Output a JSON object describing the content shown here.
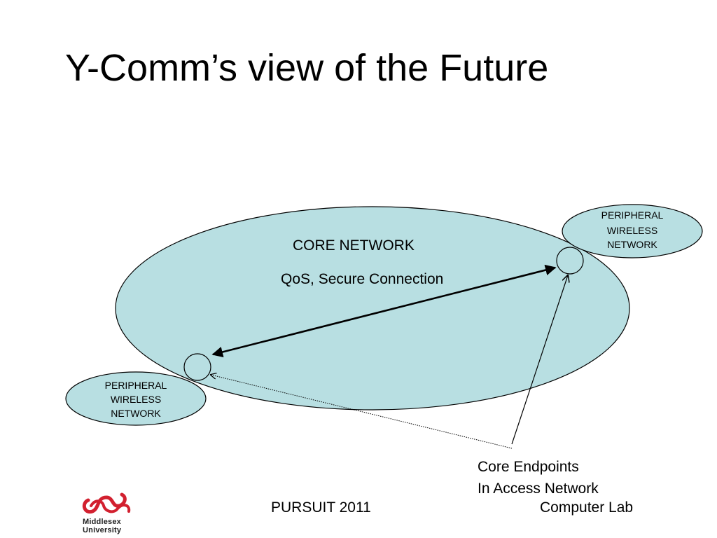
{
  "slide": {
    "title": "Y-Comm’s view of the Future"
  },
  "diagram": {
    "core_network": {
      "label": "CORE NETWORK",
      "sublabel": "QoS, Secure Connection",
      "fill_color": "#b8dfe2",
      "stroke_color": "#000000"
    },
    "peripheral_top": {
      "lines": [
        "PERIPHERAL",
        "WIRELESS",
        "NETWORK"
      ]
    },
    "peripheral_bottom": {
      "lines": [
        "PERIPHERAL",
        "WIRELESS",
        "NETWORK"
      ]
    },
    "endpoints_caption": {
      "lines": [
        "Core Endpoints",
        "In Access Network"
      ]
    }
  },
  "footer": {
    "center_text": "PURSUIT 2011",
    "right_text": "Computer Lab"
  },
  "logo": {
    "line1": "Middlesex",
    "line2": "University",
    "color": "#d2202f"
  }
}
